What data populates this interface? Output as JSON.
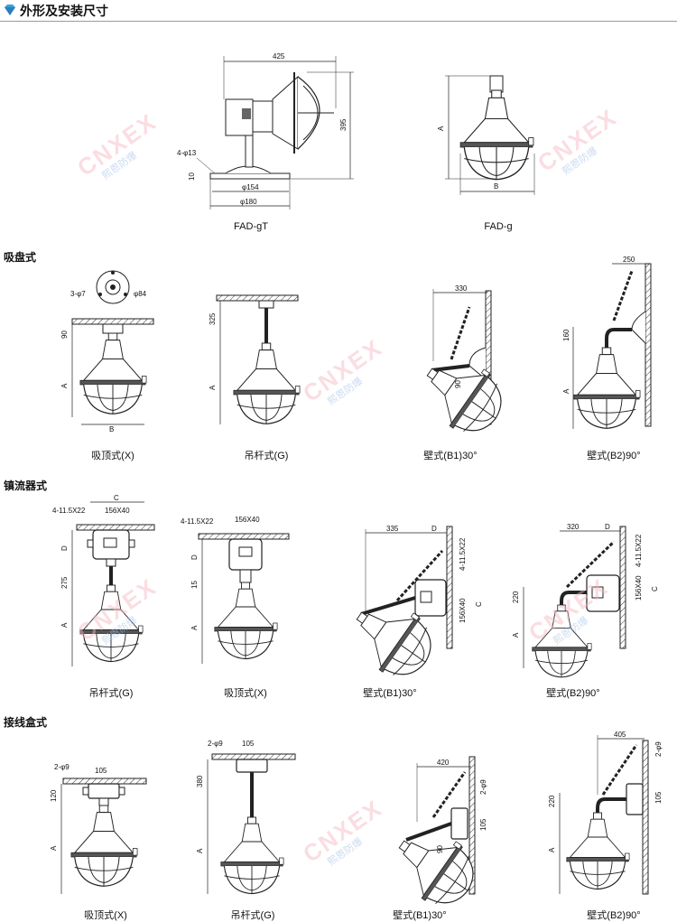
{
  "header": {
    "title": "外形及安装尺寸",
    "accent_color": "#3aa0e0",
    "icon": "diamond-icon"
  },
  "sections": {
    "overall": {
      "captions": [
        "FAD-gT",
        "FAD-g"
      ]
    },
    "ceiling": {
      "title": "吸盘式",
      "captions": [
        "吸顶式(X)",
        "吊杆式(G)",
        "壁式(B1)30°",
        "壁式(B2)90°"
      ]
    },
    "ballast": {
      "title": "镇流器式",
      "captions": [
        "吊杆式(G)",
        "吸顶式(X)",
        "壁式(B1)30°",
        "壁式(B2)90°"
      ]
    },
    "junction": {
      "title": "接线盒式",
      "captions": [
        "吸顶式(X)",
        "吊杆式(G)",
        "壁式(B1)30°",
        "壁式(B2)90°"
      ]
    }
  },
  "dims": {
    "gT": {
      "width": "425",
      "height": "395",
      "holes": "4-φ13",
      "base": "10",
      "d1": "φ154",
      "d2": "φ180"
    },
    "g": {
      "a": "A",
      "b": "B"
    },
    "cx": {
      "holes": "3-φ7",
      "dia": "φ84",
      "top": "90",
      "a": "A",
      "b": "B"
    },
    "cg": {
      "len": "325",
      "a": "A"
    },
    "cb1": {
      "len": "330",
      "drop": "90"
    },
    "cb2": {
      "len": "250",
      "h": "160",
      "a": "A"
    },
    "bg": {
      "slot": "4-11.5X22",
      "box": "156X40",
      "c": "C",
      "d": "D",
      "len": "275",
      "a": "A"
    },
    "bx": {
      "slot": "4-11.5X22",
      "box": "156X40",
      "d": "D",
      "gap": "15",
      "a": "A"
    },
    "bb1": {
      "len": "335",
      "d": "D",
      "slot": "4-11.5X22",
      "box": "156X40",
      "c": "C"
    },
    "bb2": {
      "len": "320",
      "d": "D",
      "slot": "4-11.5X22",
      "box": "156X40",
      "c": "C",
      "h": "220",
      "a": "A"
    },
    "jx": {
      "holes": "2-φ9",
      "box": "105",
      "h": "120",
      "a": "A"
    },
    "jg": {
      "holes": "2-φ9",
      "box": "105",
      "len": "380",
      "a": "A"
    },
    "jb1": {
      "len": "420",
      "holes": "2-φ9",
      "box": "105",
      "drop": "90"
    },
    "jb2": {
      "len": "405",
      "holes": "2-φ9",
      "box": "105",
      "h": "220",
      "a": "A"
    }
  },
  "watermark": {
    "brand": "CNXEX",
    "sub": "熙恩防爆"
  }
}
